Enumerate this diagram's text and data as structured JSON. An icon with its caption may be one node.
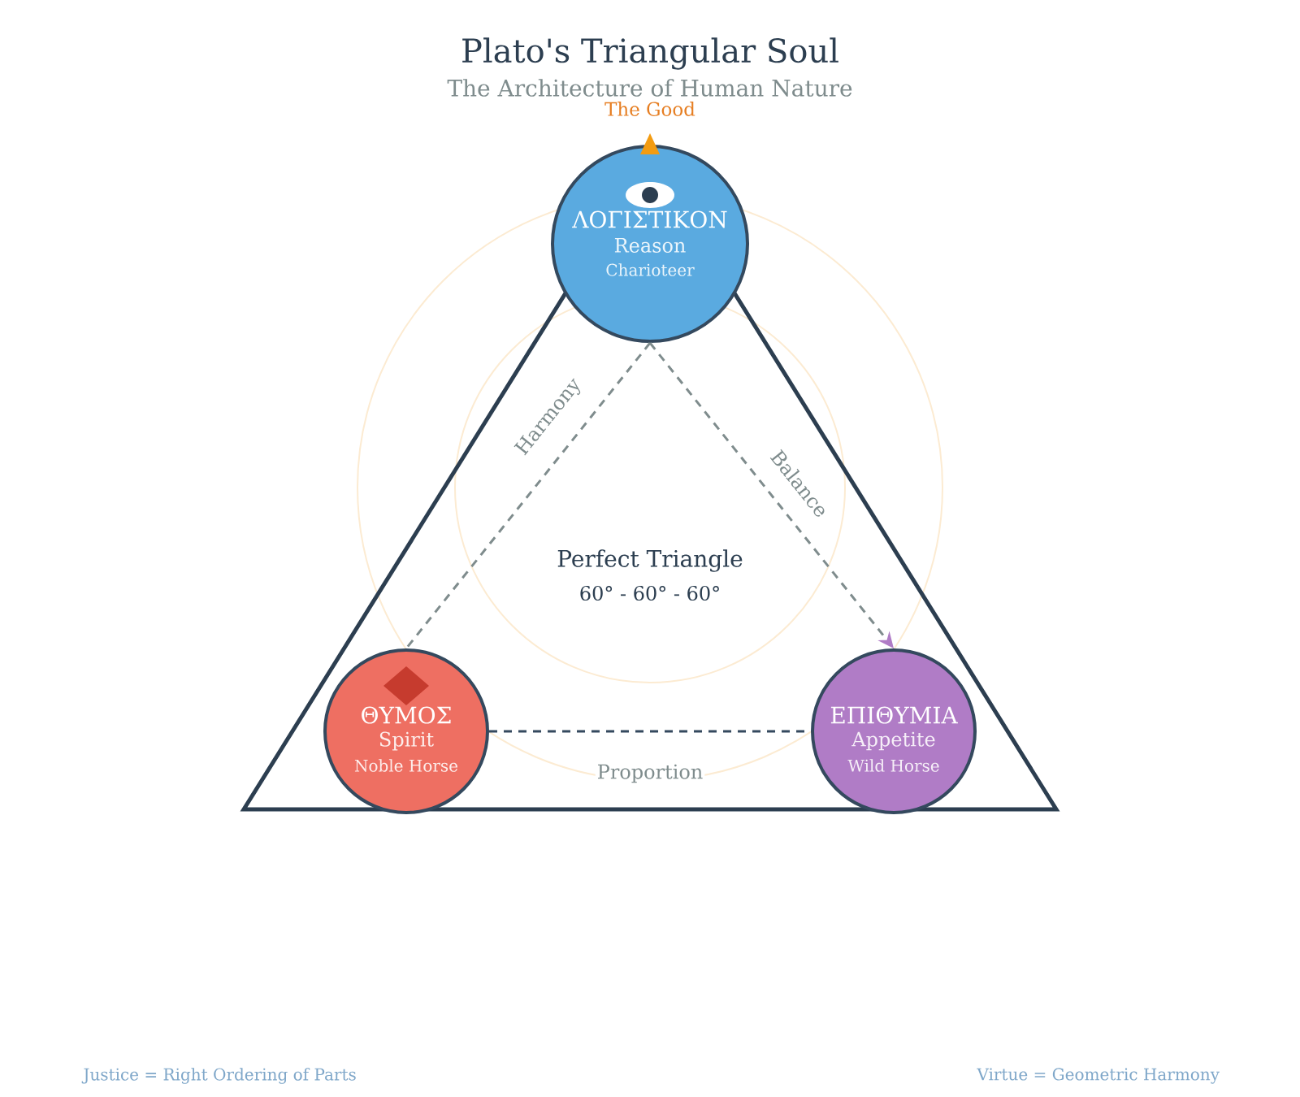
{
  "diagram": {
    "title": "Plato's Triangular Soul",
    "nodes": [
      {
        "text": [
          "ΛΟΓΙΣΤΙΚΟΝ",
          "Reason",
          "Charioteer"
        ]
      },
      {
        "text": [
          "ΘΥΜΟΣ",
          "Spirit",
          "Noble Horse"
        ]
      },
      {
        "text": [
          "ΕΠΙΘΥΜΙΑ",
          "Appetite",
          "Wild Horse"
        ]
      }
    ],
    "edges": [
      {
        "from": 0,
        "to": 1,
        "arrow": "none",
        "label": "Harmony",
        "style": "dashed"
      },
      {
        "from": 0,
        "to": 2,
        "arrow": "to",
        "label": "Balance",
        "style": "dashed"
      },
      {
        "from": 1,
        "to": 2,
        "arrow": "none",
        "label": "Proportion",
        "style": "dashed",
        "color": "#34495e"
      }
    ],
    "labels": [
      "The Architecture of Human Nature",
      "The Good",
      "Perfect Triangle",
      "60° - 60° - 60°",
      "Justice = Right Ordering of Parts",
      "Virtue = Geometric Harmony"
    ]
  }
}
